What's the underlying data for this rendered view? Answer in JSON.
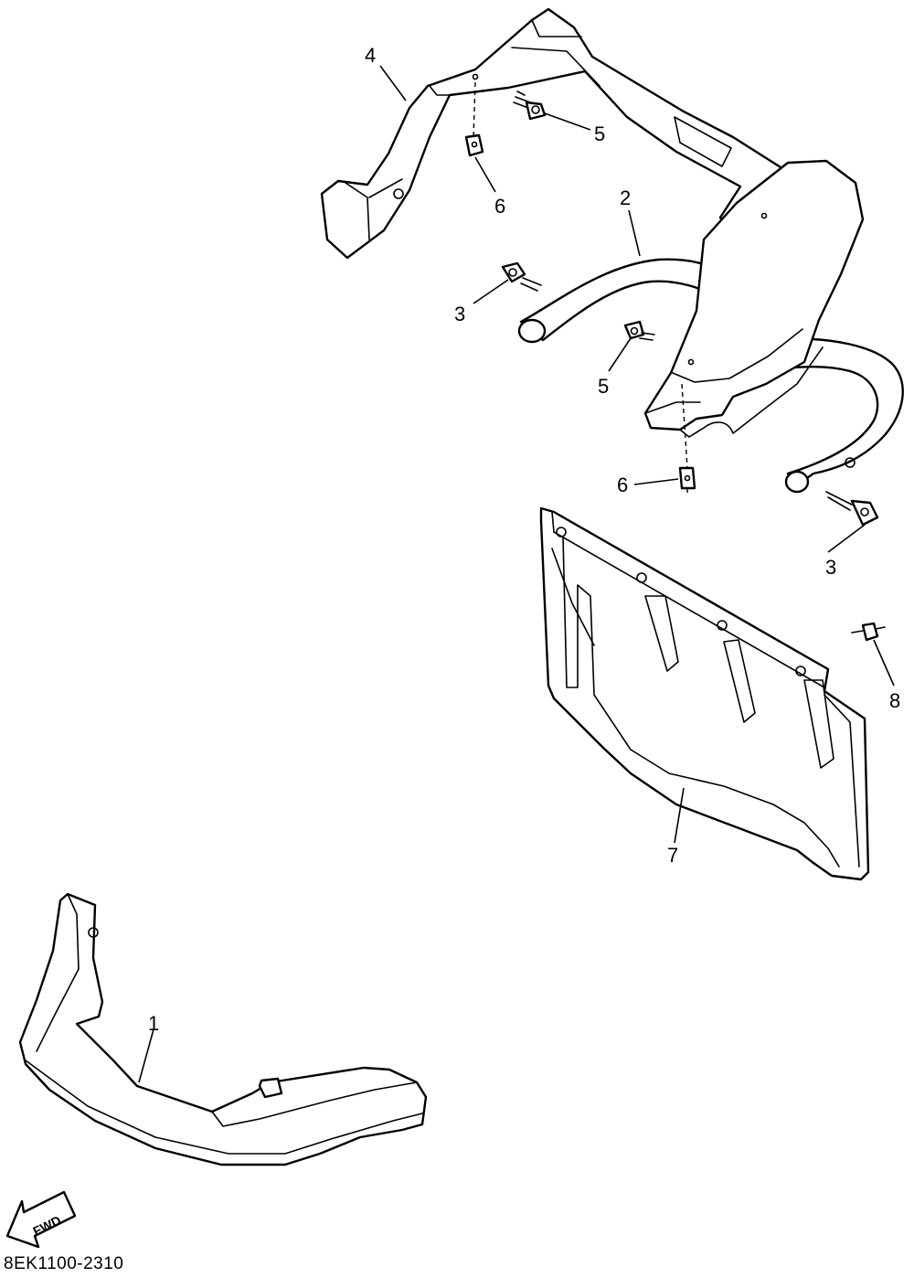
{
  "callouts": {
    "c1": "1",
    "c2": "2",
    "c3a": "3",
    "c3b": "3",
    "c4": "4",
    "c5a": "5",
    "c5b": "5",
    "c6a": "6",
    "c6b": "6",
    "c7": "7",
    "c8": "8"
  },
  "fwd_label": "FWD",
  "diagram_code": "8EK1100-2310",
  "colors": {
    "line": "#000000",
    "background": "#ffffff"
  }
}
